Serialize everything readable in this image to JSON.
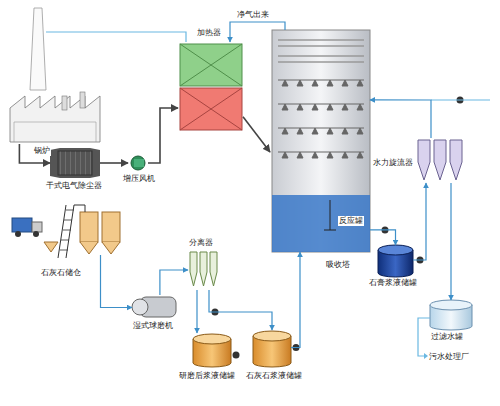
{
  "diagram": {
    "nodes": [
      {
        "text": [
          "锅炉"
        ]
      },
      {
        "text": [
          "加热器"
        ]
      },
      {
        "text": [
          "吸收塔"
        ]
      },
      {
        "text": [
          "水力旋流器"
        ]
      },
      {
        "text": [
          "干式电气除尘器"
        ]
      },
      {
        "text": [
          "增压风机"
        ]
      },
      {
        "text": [
          "石灰石储仓"
        ]
      },
      {
        "text": [
          "分离器"
        ]
      },
      {
        "text": [
          "湿式球磨机"
        ]
      },
      {
        "text": [
          "研磨后浆液储罐"
        ]
      },
      {
        "text": [
          "石灰石浆液储罐"
        ]
      },
      {
        "text": [
          "石膏浆液储罐"
        ]
      },
      {
        "text": [
          "过滤水罐"
        ]
      }
    ],
    "edges": [
      {
        "from": 0,
        "to": 4,
        "arrow": "to"
      },
      {
        "from": 4,
        "to": 5,
        "arrow": "to"
      },
      {
        "from": 5,
        "to": 1,
        "arrow": "to"
      },
      {
        "from": 1,
        "to": 2,
        "arrow": "to"
      },
      {
        "from": 2,
        "to": 1,
        "arrow": "to"
      },
      {
        "from": 2,
        "to": 11,
        "arrow": "to"
      },
      {
        "from": 11,
        "to": 3,
        "arrow": "to"
      },
      {
        "from": 3,
        "to": 2,
        "arrow": "to"
      },
      {
        "from": 3,
        "to": 12,
        "arrow": "to"
      },
      {
        "from": 6,
        "to": 8,
        "arrow": "to"
      },
      {
        "from": 8,
        "to": 7,
        "arrow": "to"
      },
      {
        "from": 7,
        "to": 9,
        "arrow": "to"
      },
      {
        "from": 7,
        "to": 10,
        "arrow": "to"
      },
      {
        "from": 10,
        "to": 2,
        "arrow": "to"
      }
    ],
    "labels": [
      "净气出来",
      "反应罐",
      "污水处理厂"
    ]
  }
}
